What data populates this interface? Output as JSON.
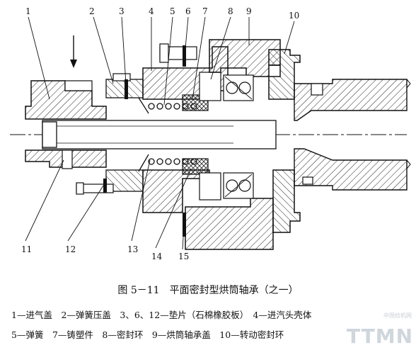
{
  "labels": [
    "1",
    "2",
    "3",
    "4",
    "5",
    "6",
    "7",
    "8",
    "9",
    "10",
    "11",
    "12",
    "13",
    "14",
    "15"
  ],
  "caption": "图 5－11　平面密封型烘筒轴承（之一）",
  "legend_line1": "1—进气盖　2—弹簧压盖　3、6、12—垫片（石棉橡胶板）　4—进汽头壳体",
  "legend_line2": "5—弹簧　7—铸塑件　8—密封环　9—烘筒轴承盖　10—转动密封环",
  "watermark": "TTMN",
  "watermark_small": "中国纺机网"
}
